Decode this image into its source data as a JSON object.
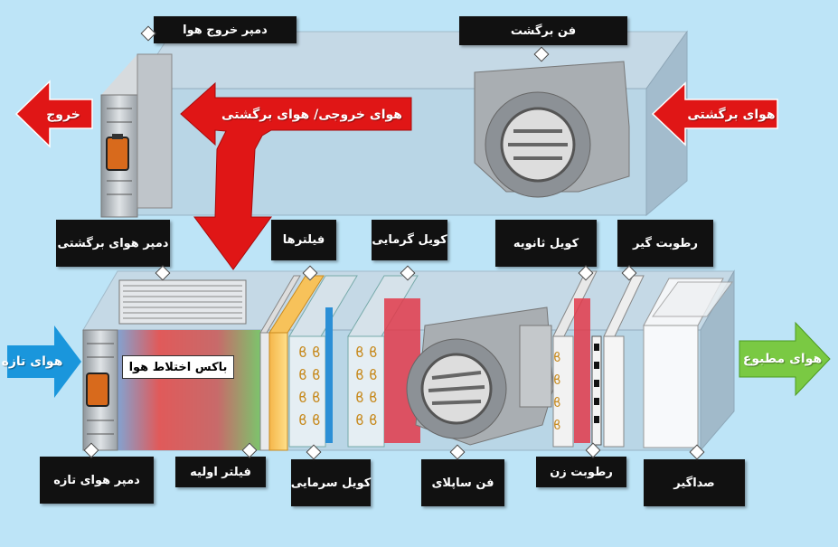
{
  "colors": {
    "background": "#bde4f7",
    "red_arrow": "#e01616",
    "blue_arrow": "#1a96dc",
    "green_arrow": "#7ac943"
  },
  "arrows": {
    "exhaust": "خروج",
    "exhaust_return": "هوای خروجی/ هوای برگشتی",
    "return_air": "هوای برگشتی",
    "fresh_air": "هوای تازه",
    "conditioned_air": "هوای مطبوع"
  },
  "labels": {
    "exhaust_damper": "دمپر خروج هوا",
    "return_fan": "فن برگشت",
    "return_damper": "دمپر هوای برگشتی",
    "filters": "فیلترها",
    "heating_coil": "کویل گرمایی",
    "reheat_coil": "کویل ثانویه",
    "humidity_eliminator": "رطوبت گیر",
    "fresh_damper": "دمپر هوای تازه",
    "prefilter": "فیلتر اولیه",
    "cooling_coil": "کویل سرمایی",
    "supply_fan": "فن ساپلای",
    "humidifier": "رطوبت زن",
    "silencer": "صداگیر",
    "mixing_box": "باکس اختلاط هوا"
  }
}
